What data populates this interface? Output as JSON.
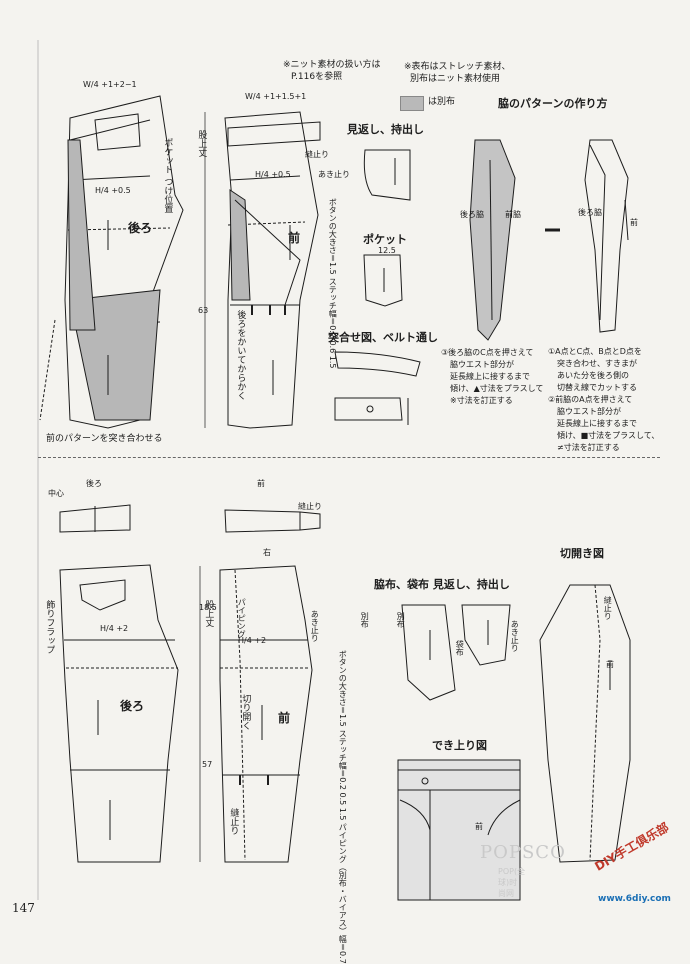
{
  "page_number": "147",
  "notes": {
    "knit_1": "※ニット素材の扱い方は",
    "knit_2": "P.116を参照",
    "stretch_1": "※表布はストレッチ素材、",
    "stretch_2": "別布はニット素材使用",
    "contrast": "は別布"
  },
  "headings": {
    "side_pattern": "脇のパターンの作り方",
    "facing": "見返し、持出し",
    "pocket": "ポケット",
    "assembly": "突合せ図、ベルト通し",
    "side_bag": "脇布、袋布 見返し、持出し",
    "cut_open": "切開き図",
    "finished": "でき上り図"
  },
  "top": {
    "back_formula": "W/4 +1+2−1",
    "front_formula": "W/4 +1+1.5+1",
    "pocket_position": "ポケット つけ位置",
    "hip_back": "H/4 +0.5",
    "hip_front": "H/4 +0.5",
    "back_label": "後ろ",
    "front_label": "前",
    "crotch_depth": "股上丈",
    "length": "63",
    "back_cut_note": "後ろをかいてからかく",
    "stitch_end": "縫止り",
    "opening_end": "あき止り",
    "button_note": "ボタンの大きさ＝1.5 ステッチ幅＝0.2 0.6 1.5",
    "match_note": "前のパターンを突き合わせる",
    "pocket_width": "12.5",
    "back_side": "後ろ脇",
    "front_side": "前脇",
    "front_side_short": "前"
  },
  "steps": {
    "s3_1": "③後ろ脇のC点を押さえて",
    "s3_2": "脇ウエスト部分が",
    "s3_3": "延長線上に接するまで",
    "s3_4": "傾け、▲寸法をプラスして",
    "s3_5": "※寸法を訂正する",
    "s1_1": "①A点とC点、B点とD点を",
    "s1_2": "突き合わせ、すきまが",
    "s1_3": "あいた分を後ろ側の",
    "s1_4": "切替え線でカットする",
    "s2_1": "②前脇のA点を押さえて",
    "s2_2": "脇ウエスト部分が",
    "s2_3": "延長線上に接するまで",
    "s2_4": "傾け、■寸法をプラスして、",
    "s2_5": "≠寸法を訂正する"
  },
  "bottom": {
    "back_small": "後ろ",
    "center": "中心",
    "front_small": "前",
    "right": "右",
    "decor_flap": "飾りフラップ",
    "hip_back": "H/4 +2",
    "hip_front": "H/4 +2",
    "crotch_val": "18.5",
    "length": "57",
    "piping": "パイピング",
    "cut_open": "切り開く",
    "button_note": "ボタンの大きさ＝1.5 ステッチ幅＝0.2 0.5 1.5 パイピング（別布・バイアス）幅＝0.7",
    "separate": "別布",
    "pocket_bag": "袋布"
  },
  "watermark": {
    "brand": "POPSCO",
    "sub": "POP(全球)时尚网"
  },
  "logo": {
    "line1": "DIY手工俱乐部",
    "line2": "www.6diy.com"
  }
}
